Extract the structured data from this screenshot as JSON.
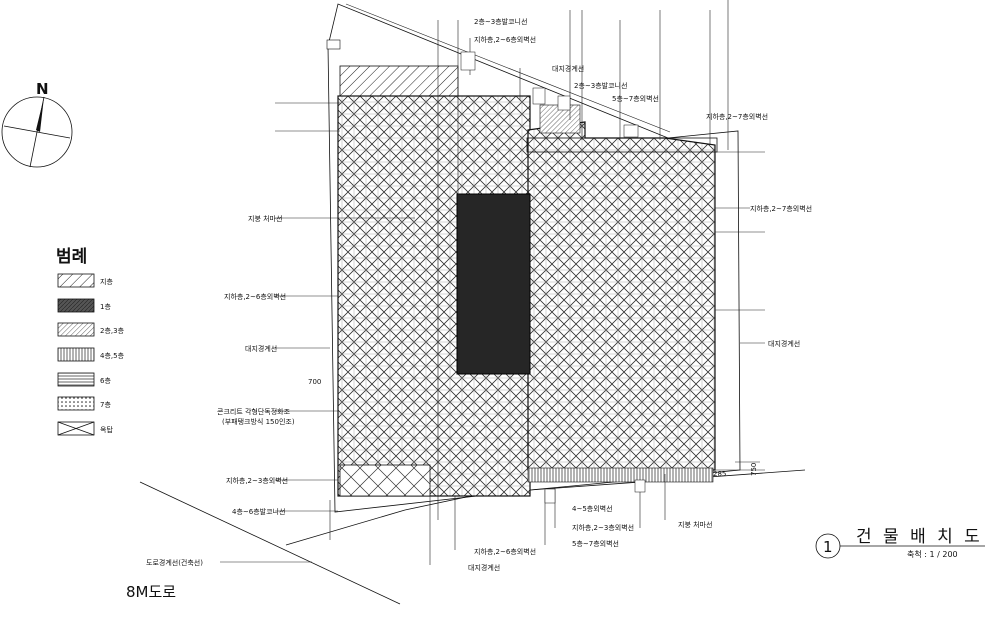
{
  "labels": {
    "top_2_3_balcony": "2층~3층발코니선",
    "top_b_2_6_outer": "지하층,2~6층외벽선",
    "site_boundary_top": "대지경계선",
    "mid_2_3_balcony": "2층~3층발코니선",
    "mid_5_7_outer": "5층~7층외벽선",
    "right_b_2_7_outer_a": "지하층,2~7층외벽선",
    "right_b_2_7_outer_b": "지하층,2~7층외벽선",
    "right_site_boundary": "대지경계선",
    "left_roof_eave": "지붕 처마선",
    "left_b_2_6_outer": "지하층,2~6층외벽선",
    "left_site_boundary": "대지경계선",
    "concrete_line1": "콘크리트 각형단독정화조",
    "concrete_line2": "(부패탱크방식 150인조)",
    "left_b_2_3_outer": "지하층,2~3층외벽선",
    "left_4_6_balcony": "4층~6층발코니선",
    "bottom_4_5_outer": "4~5층외벽선",
    "bottom_b_2_3_outer": "지하층,2~3층외벽선",
    "bottom_roof_eave": "지붕 처마선",
    "bottom_5_7_outer": "5층~7층외벽선",
    "bottom_b_2_6_outer": "지하층,2~6층외벽선",
    "bottom_site_boundary": "대지경계선",
    "road_boundary": "도로경계선(건축선)"
  },
  "dimensions": {
    "d_700": "700",
    "d_285": "285",
    "d_750": "750"
  },
  "north": {
    "letter": "N"
  },
  "legend": {
    "title": "범례",
    "items": [
      {
        "label": "지층",
        "pattern": "diag"
      },
      {
        "label": "1층",
        "pattern": "dark"
      },
      {
        "label": "2층,3층",
        "pattern": "fine-diag"
      },
      {
        "label": "4층,5층",
        "pattern": "vertical"
      },
      {
        "label": "6층",
        "pattern": "horizontal"
      },
      {
        "label": "7층",
        "pattern": "dots"
      },
      {
        "label": "옥탑",
        "pattern": "cross"
      }
    ]
  },
  "title_block": {
    "number": "1",
    "title": "건 물 배 치 도",
    "scale": "축척 : 1 / 200"
  },
  "road": {
    "label": "8M도로"
  }
}
